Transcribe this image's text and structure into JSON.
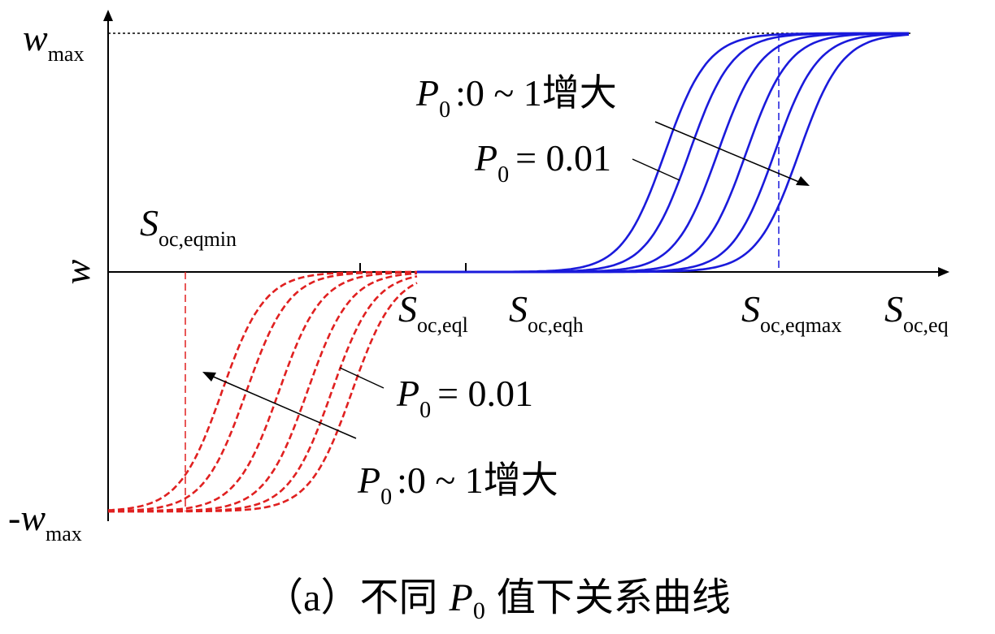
{
  "chart_data": {
    "type": "line",
    "caption": {
      "prefix": "（a）不同",
      "var": "P",
      "sub": "0",
      "suffix": "值下关系曲线"
    },
    "x_axis": {
      "label_main": "S",
      "label_sub": "oc,eq",
      "ticks": [
        {
          "key": "eql",
          "main": "S",
          "sub": "oc,eql",
          "value": 0.31
        },
        {
          "key": "eqh",
          "main": "S",
          "sub": "oc,eqh",
          "value": 0.44
        }
      ],
      "range": [
        0,
        1
      ]
    },
    "y_axis": {
      "label": "w",
      "top": {
        "main": "w",
        "sub": "max",
        "value": 1
      },
      "bottom": {
        "main": "-w",
        "sub": "max",
        "value": -1
      },
      "range": [
        -1,
        1
      ]
    },
    "markers": [
      {
        "key": "eqmin",
        "main": "S",
        "sub": "oc,eqmin",
        "x": 0.095
      },
      {
        "key": "eqmax",
        "main": "S",
        "sub": "oc,eqmax",
        "x": 0.825
      }
    ],
    "series_low": {
      "color": "#e02020",
      "style": "dashed",
      "x_start": 0,
      "x_end": 0.38,
      "midpoints": [
        0.14,
        0.17,
        0.21,
        0.245,
        0.275,
        0.3
      ],
      "steepness": 38,
      "level": -1
    },
    "series_high": {
      "color": "#1a1adb",
      "style": "solid",
      "x_start": 0.38,
      "x_end": 0.985,
      "midpoints": [
        0.685,
        0.715,
        0.75,
        0.785,
        0.82,
        0.85
      ],
      "steepness": 38,
      "level": 1
    },
    "annotations": [
      {
        "key": "high_range",
        "main": "P",
        "sub": "0",
        "text": ":0 ~ 1增大"
      },
      {
        "key": "high_p001",
        "main": "P",
        "sub": "0",
        "text": "= 0.01"
      },
      {
        "key": "low_p001",
        "main": "P",
        "sub": "0",
        "text": "= 0.01"
      },
      {
        "key": "low_range",
        "main": "P",
        "sub": "0",
        "text": ":0 ~ 1增大"
      }
    ],
    "grid": false
  }
}
